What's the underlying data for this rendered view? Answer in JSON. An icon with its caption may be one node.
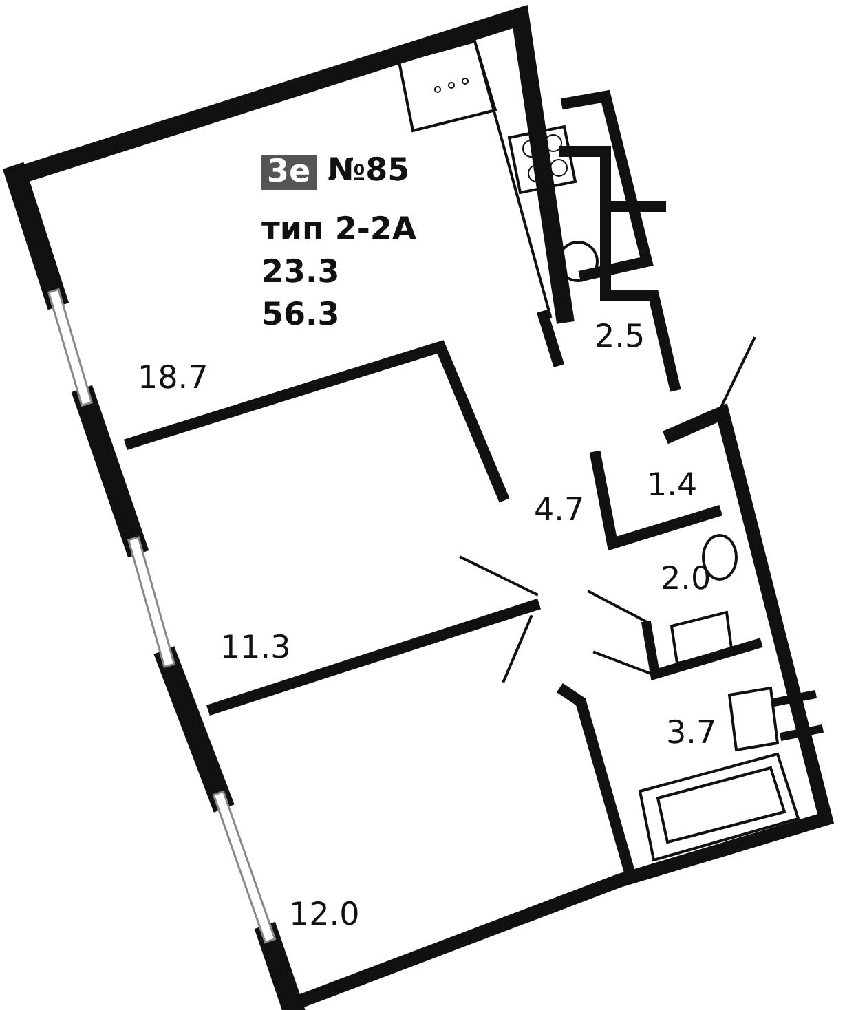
{
  "diagram": {
    "labels": [
      "3е",
      "№85",
      "тип 2-2А",
      "23.3",
      "56.3",
      "2.5",
      "18.7",
      "4.7",
      "1.4",
      "2.0",
      "11.3",
      "3.7",
      "12.0"
    ]
  }
}
